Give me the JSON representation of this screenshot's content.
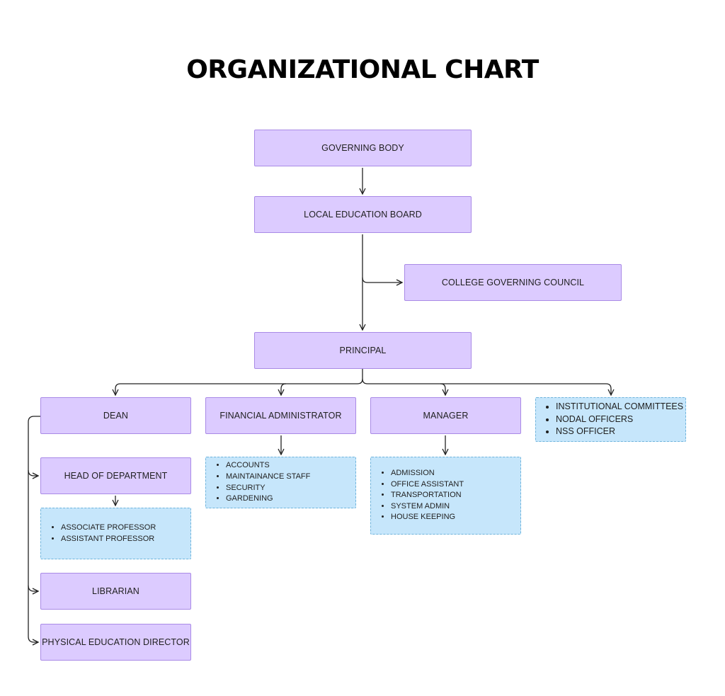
{
  "title": "ORGANIZATIONAL CHART",
  "colors": {
    "node_fill": "#dccbff",
    "node_border": "#a98ae6",
    "list_fill": "#c6e6fb",
    "list_border": "#6fb4dc",
    "line": "#222222"
  },
  "nodes": {
    "governing_body": "GOVERNING BODY",
    "local_education_board": "LOCAL EDUCATION BOARD",
    "college_governing_council": "COLLEGE GOVERNING COUNCIL",
    "principal": "PRINCIPAL",
    "dean": "DEAN",
    "financial_administrator": "FINANCIAL ADMINISTRATOR",
    "manager": "MANAGER",
    "head_of_department": "HEAD OF DEPARTMENT",
    "librarian": "LIBRARIAN",
    "physical_education_director": "PHYSICAL EDUCATION DIRECTOR"
  },
  "lists": {
    "committees": [
      "INSTITUTIONAL COMMITTEES",
      "NODAL OFFICERS",
      "NSS OFFICER"
    ],
    "finance_staff": [
      "ACCOUNTS",
      "MAINTAINANCE STAFF",
      "SECURITY",
      "GARDENING"
    ],
    "manager_staff": [
      "ADMISSION",
      "OFFICE ASSISTANT",
      "TRANSPORTATION",
      "SYSTEM ADMIN",
      "HOUSE KEEPING"
    ],
    "faculty": [
      "ASSOCIATE PROFESSOR",
      "ASSISTANT PROFESSOR"
    ]
  }
}
